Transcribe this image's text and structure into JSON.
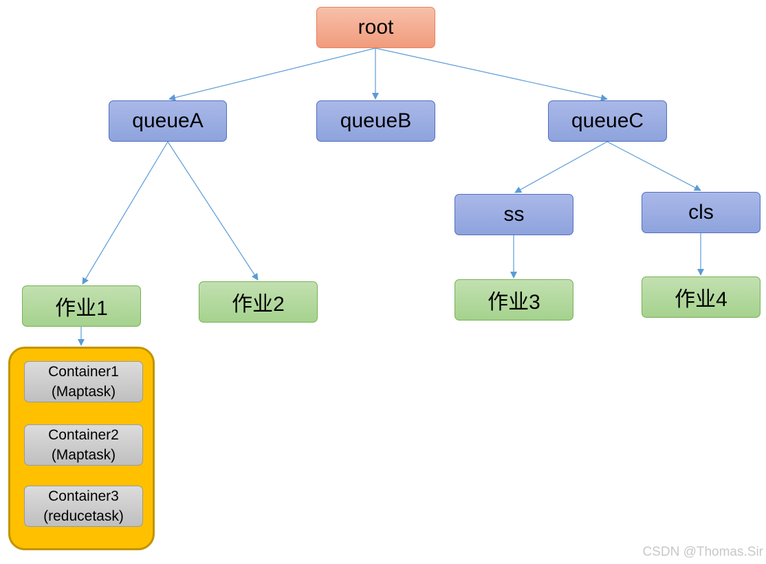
{
  "colors": {
    "edge": "#5b9bd5",
    "root_fill": "#f4ac90",
    "queue_fill": "#98abe0",
    "job_fill": "#b2d89c",
    "group_fill": "#ffc000",
    "container_fill": "#cccccc"
  },
  "nodes": {
    "root": "root",
    "queueA": "queueA",
    "queueB": "queueB",
    "queueC": "queueC",
    "ss": "ss",
    "cls": "cls",
    "job1": "作业1",
    "job2": "作业2",
    "job3": "作业3",
    "job4": "作业4"
  },
  "containers": [
    {
      "name": "Container1",
      "task": "(Maptask)"
    },
    {
      "name": "Container2",
      "task": "(Maptask)"
    },
    {
      "name": "Container3",
      "task": "(reducetask)"
    }
  ],
  "edges": [
    [
      "root",
      "queueA"
    ],
    [
      "root",
      "queueB"
    ],
    [
      "root",
      "queueC"
    ],
    [
      "queueA",
      "job1"
    ],
    [
      "queueA",
      "job2"
    ],
    [
      "queueC",
      "ss"
    ],
    [
      "queueC",
      "cls"
    ],
    [
      "ss",
      "job3"
    ],
    [
      "cls",
      "job4"
    ],
    [
      "job1",
      "containers"
    ]
  ],
  "watermark": "CSDN @Thomas.Sir"
}
